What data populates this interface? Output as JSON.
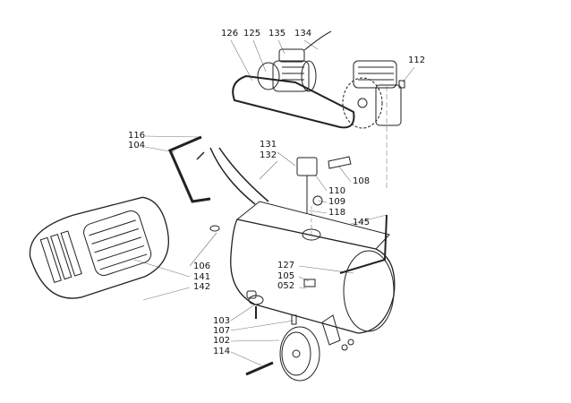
{
  "labels": {
    "l126": "126",
    "l125": "125",
    "l135": "135",
    "l134": "134",
    "l112": "112",
    "l116": "116",
    "l104": "104",
    "l131": "131",
    "l132": "132",
    "l108": "108",
    "l110": "110",
    "l109": "109",
    "l118": "118",
    "l145": "145",
    "l106": "106",
    "l141": "141",
    "l142": "142",
    "l127": "127",
    "l105": "105",
    "l052": "052",
    "l103": "103",
    "l107": "107",
    "l102": "102",
    "l114": "114"
  }
}
